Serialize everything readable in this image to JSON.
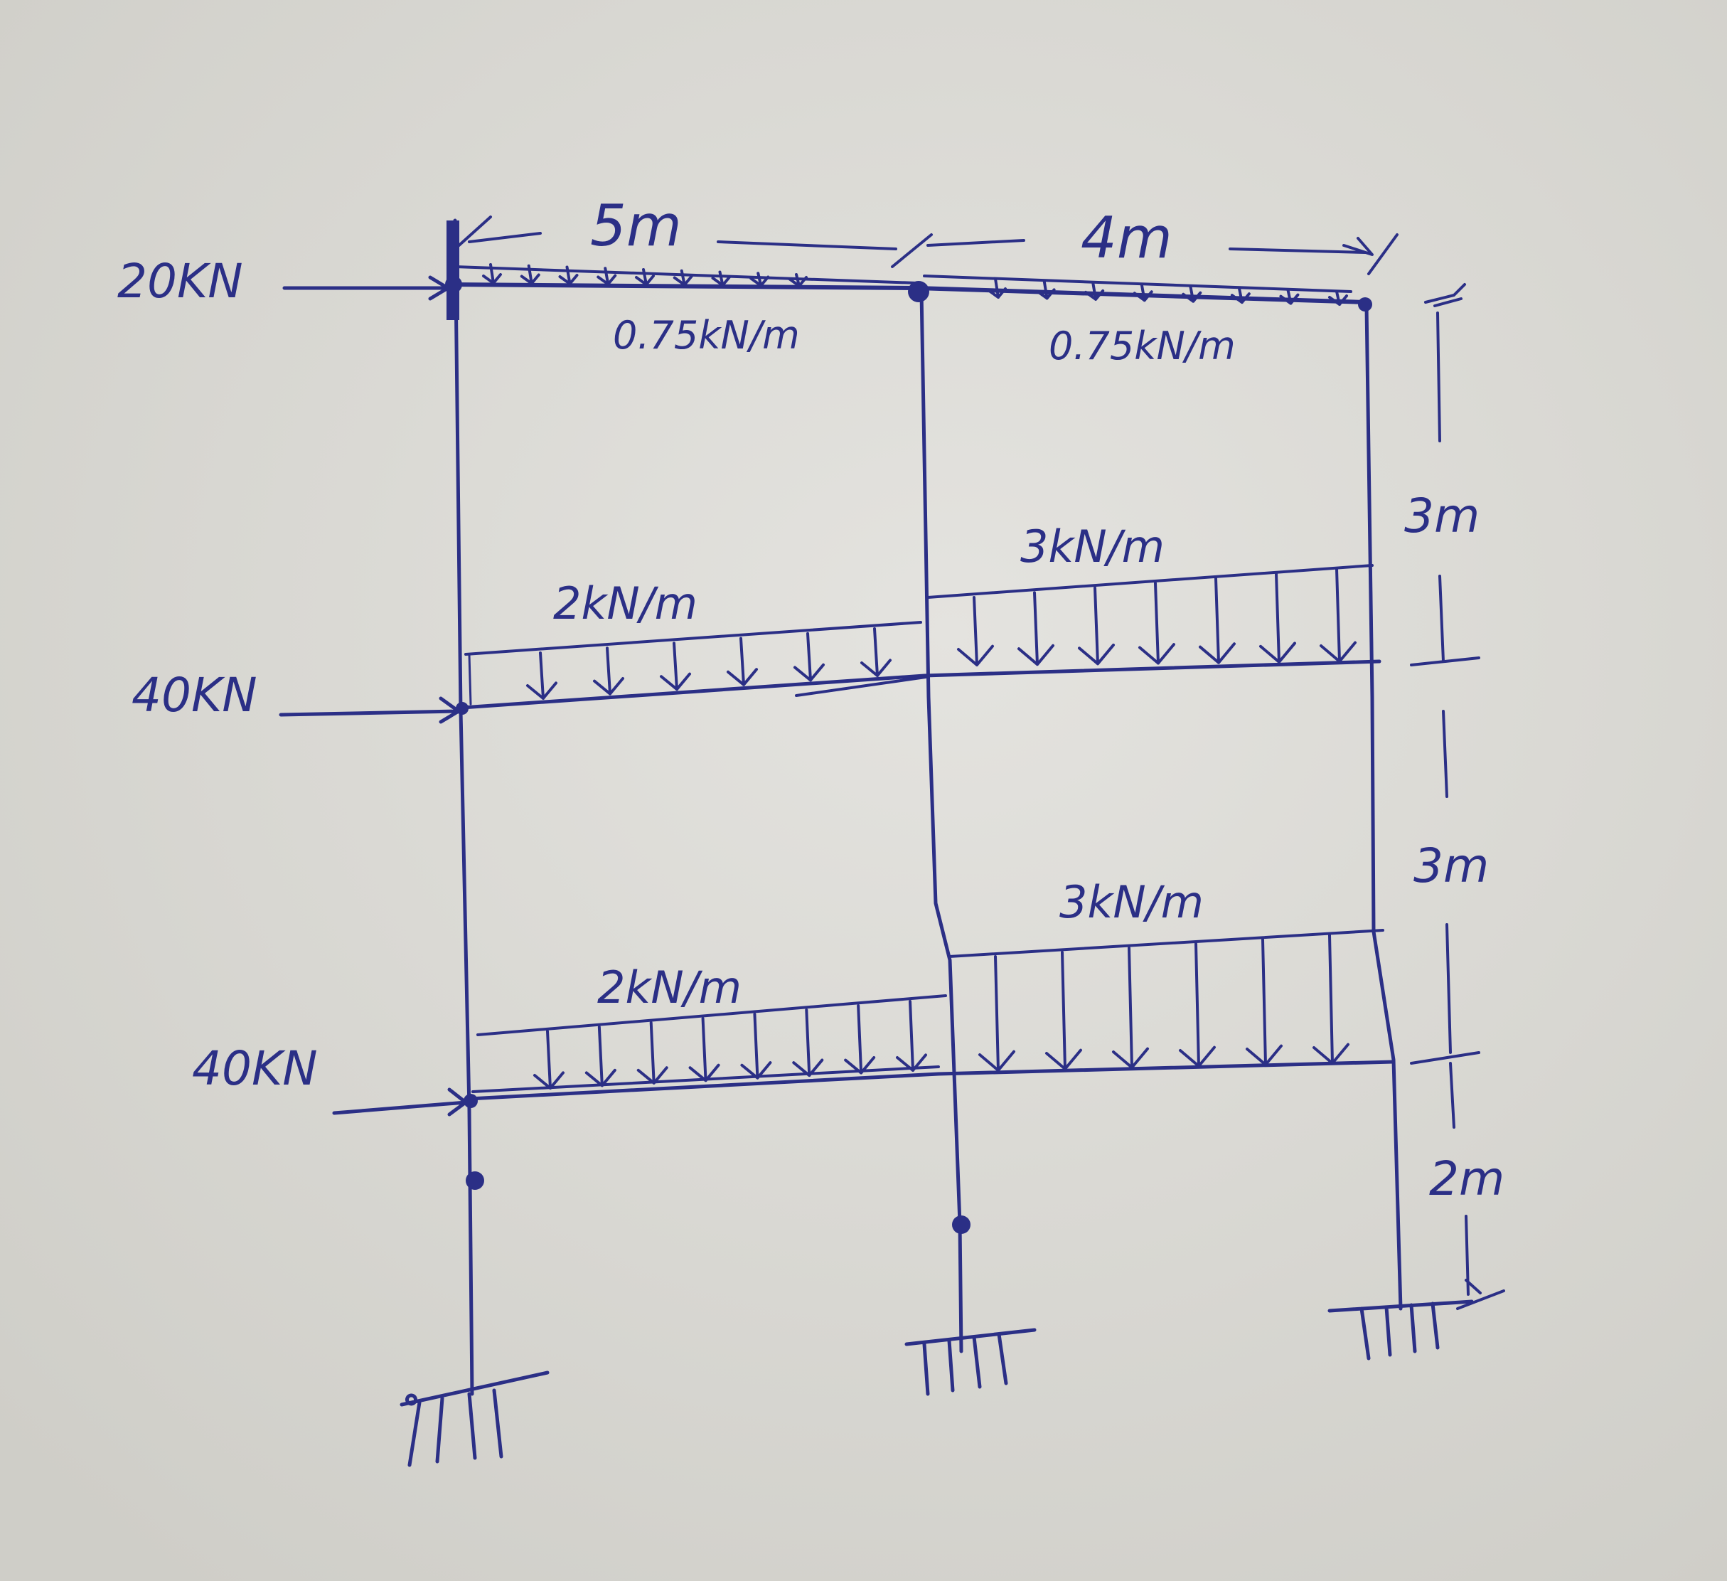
{
  "colors": {
    "paper": "#dcdbd6",
    "ink": "#2b2f86"
  },
  "spans": {
    "left": "5m",
    "right": "4m"
  },
  "heights": {
    "top": "3m",
    "middle": "3m",
    "bottom": "2m"
  },
  "point_loads": {
    "roof": "20KN",
    "second": "40KN",
    "first": "40KN"
  },
  "udl": {
    "roof_left": "0.75kN/m",
    "roof_right": "0.75kN/m",
    "second_left": "2kN/m",
    "second_right": "3kN/m",
    "first_left": "2kN/m",
    "first_right": "3kN/m"
  }
}
